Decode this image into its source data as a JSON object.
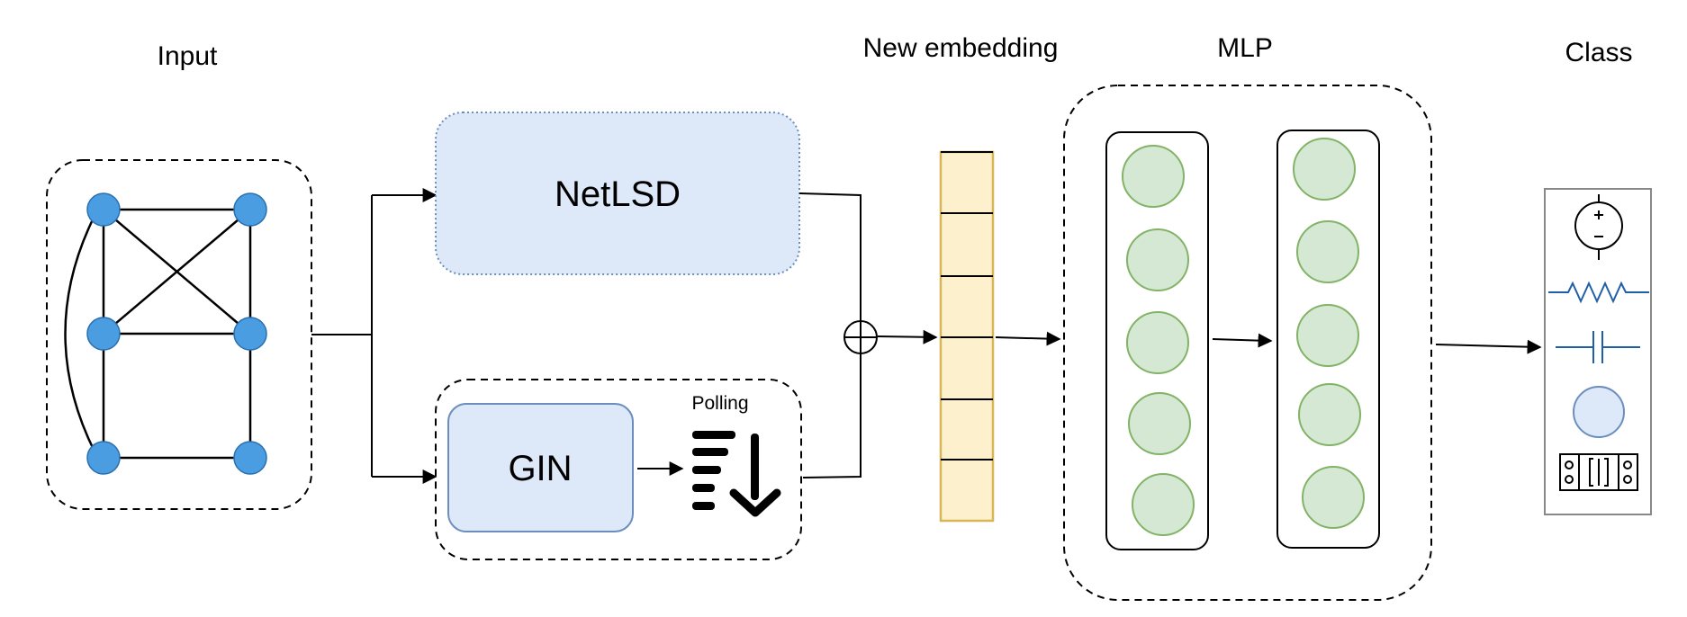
{
  "titles": {
    "input": "Input",
    "new_embedding": "New embedding",
    "mlp": "MLP",
    "class": "Class"
  },
  "blocks": {
    "netlsd": "NetLSD",
    "gin": "GIN",
    "pooling": "Polling"
  },
  "class_icons": [
    "voltage-source-icon",
    "resistor-icon",
    "capacitor-icon",
    "circle-icon",
    "connector-icon"
  ],
  "colors": {
    "node_fill": "#4a9de0",
    "node_stroke": "#2a6fb0",
    "block_fill": "#dde8f8",
    "block_stroke": "#6c8ebf",
    "embedding_fill": "#fcf1cc",
    "embedding_stroke": "#d6b656",
    "neuron_fill": "#d5e8d4",
    "neuron_stroke": "#82b366",
    "class_icon": "#1f5fa8"
  }
}
